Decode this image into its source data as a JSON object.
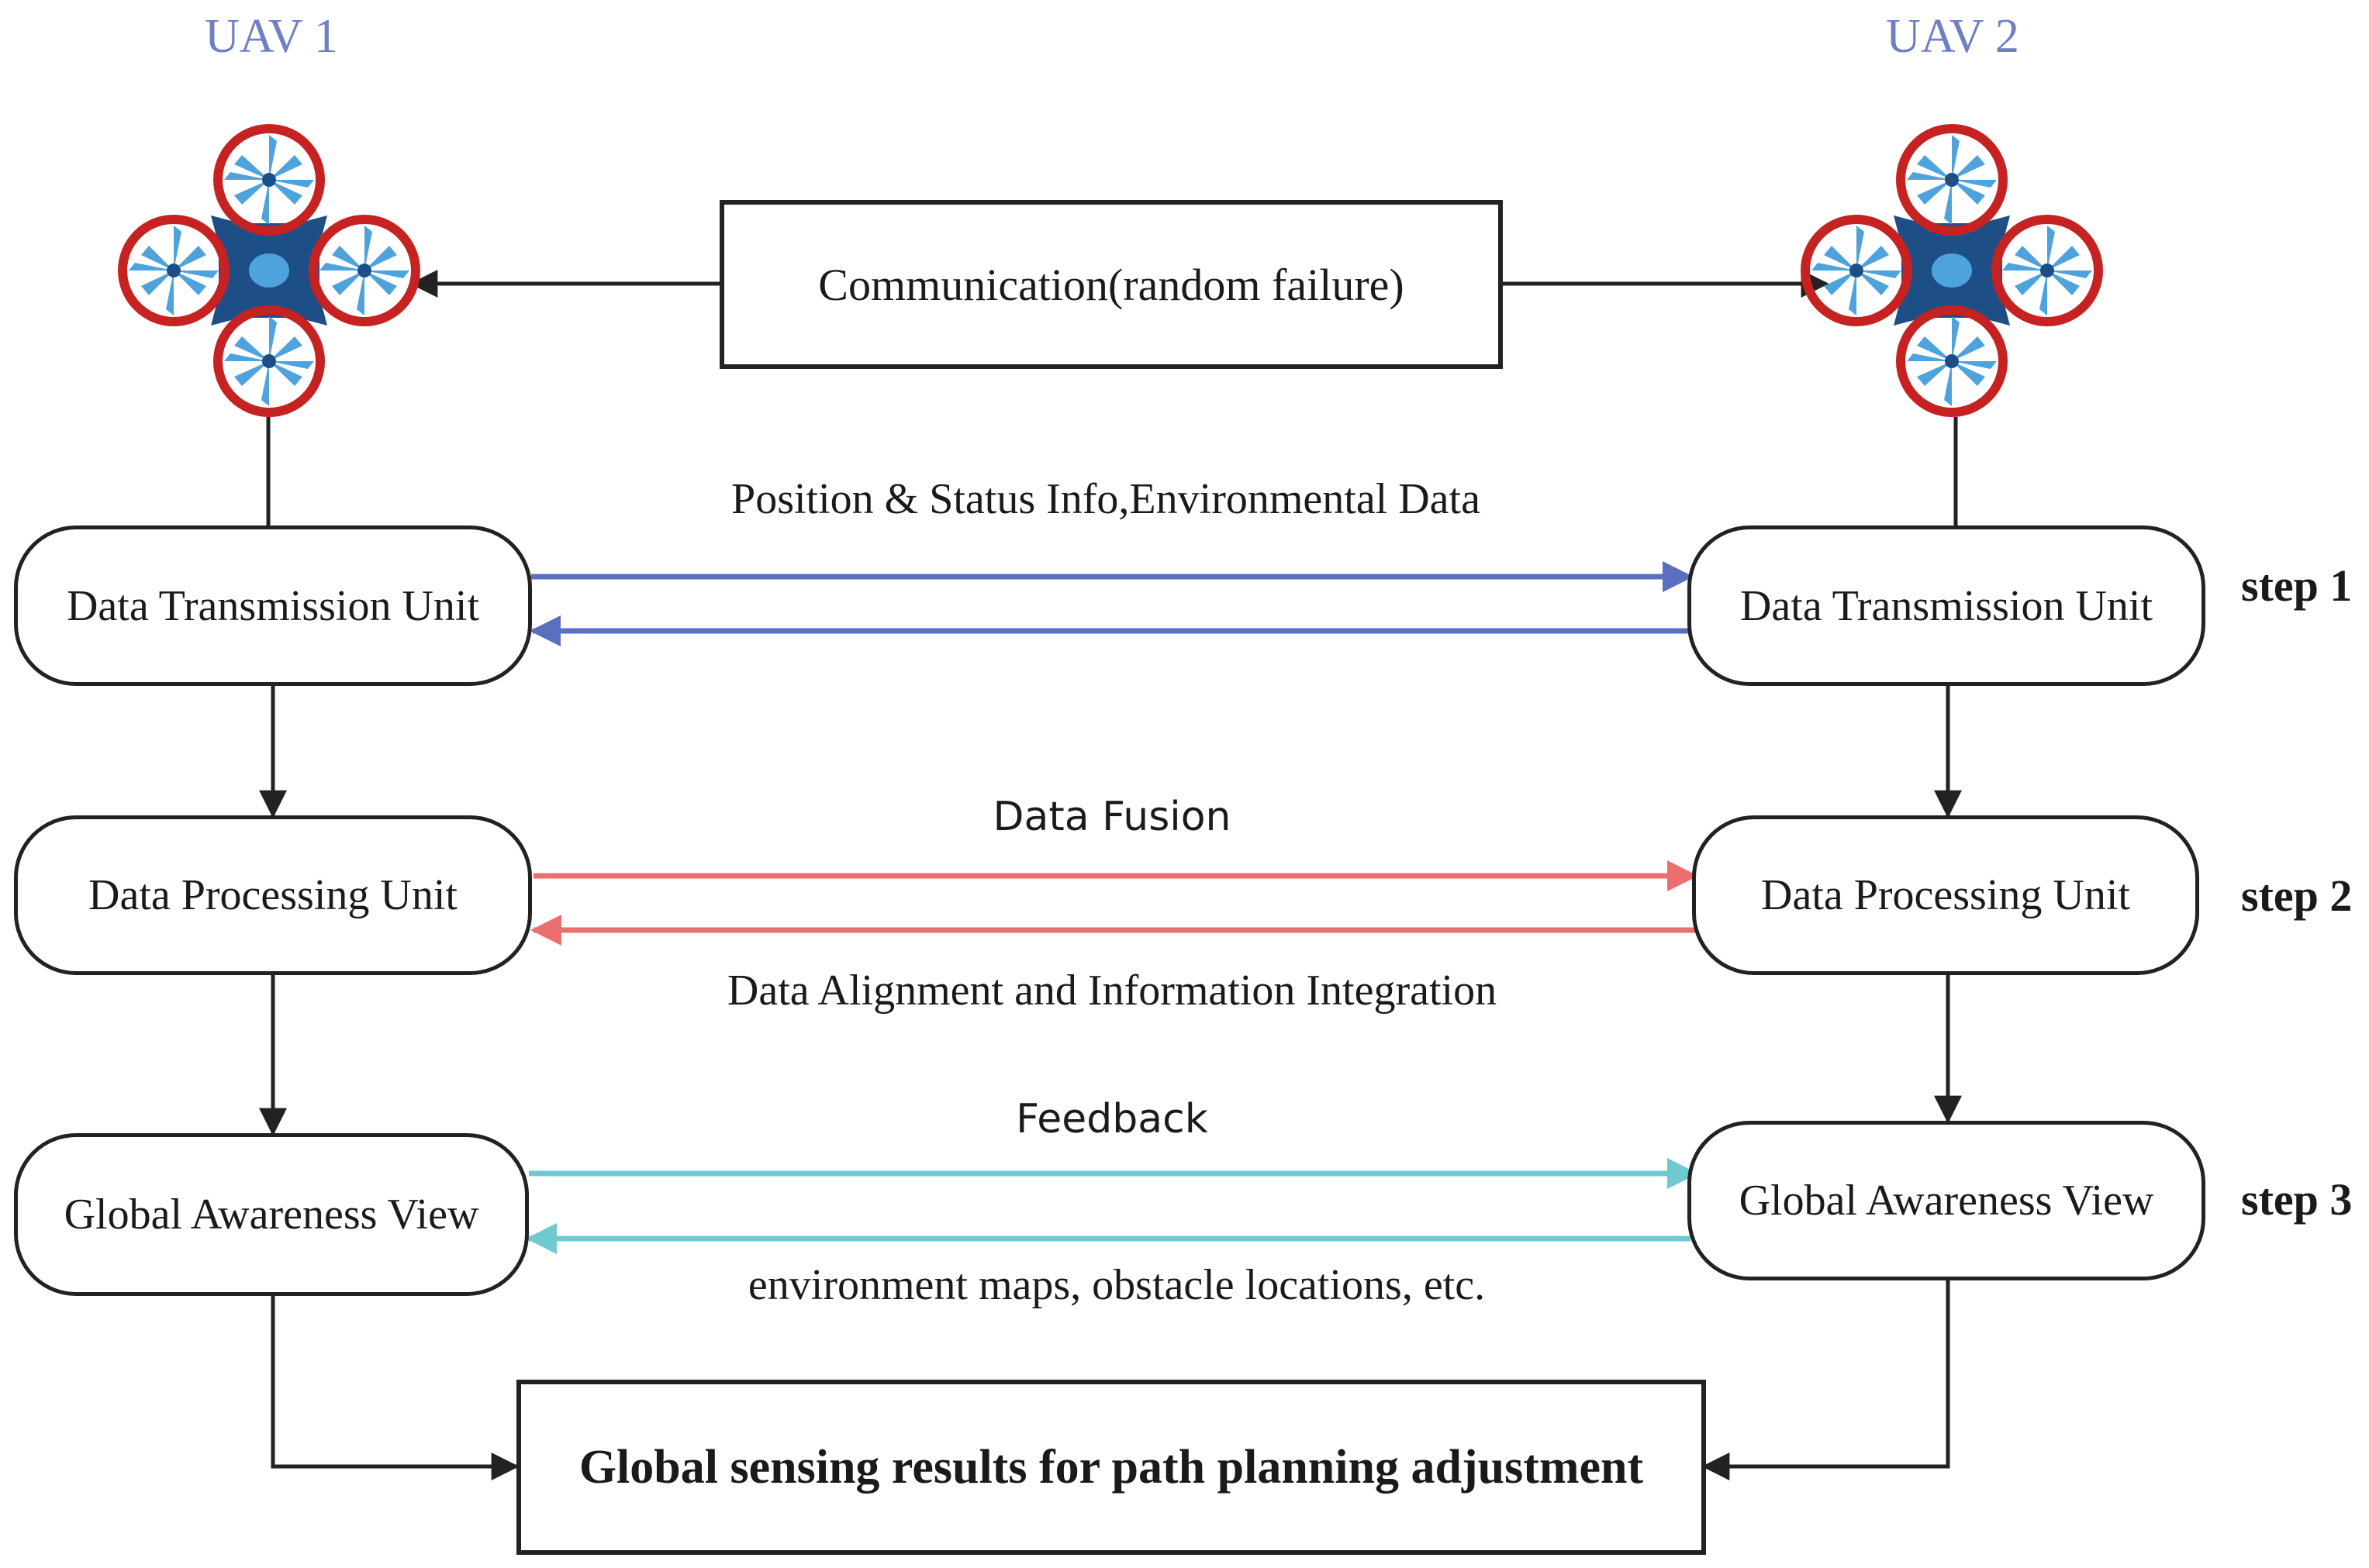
{
  "uav1": {
    "title": "UAV 1",
    "icon": "quadcopter-drone-icon"
  },
  "uav2": {
    "title": "UAV 2",
    "icon": "quadcopter-drone-icon"
  },
  "communication": "Communication(random failure)",
  "units": {
    "transmission": "Data Transmission Unit",
    "processing": "Data Processing Unit",
    "awareness": "Global Awareness View"
  },
  "links": {
    "step1_label": "Position & Status Info,Environmental Data",
    "step2_top_label": "Data Fusion",
    "step2_bottom_label": "Data Alignment and Information Integration",
    "step3_top_label": "Feedback",
    "step3_bottom_label": "environment maps, obstacle locations, etc."
  },
  "steps": [
    "step 1",
    "step 2",
    "step 3"
  ],
  "result": "Global sensing results for path planning adjustment",
  "colors": {
    "step1_arrow": "#5a6fc0",
    "step2_arrow": "#ec6f6f",
    "step3_arrow": "#6fc9d0",
    "uav_title": "#6e7fc3",
    "drone_body": "#1d4f86",
    "drone_rotor_ring": "#c62222",
    "drone_blade": "#4fa3dc"
  }
}
